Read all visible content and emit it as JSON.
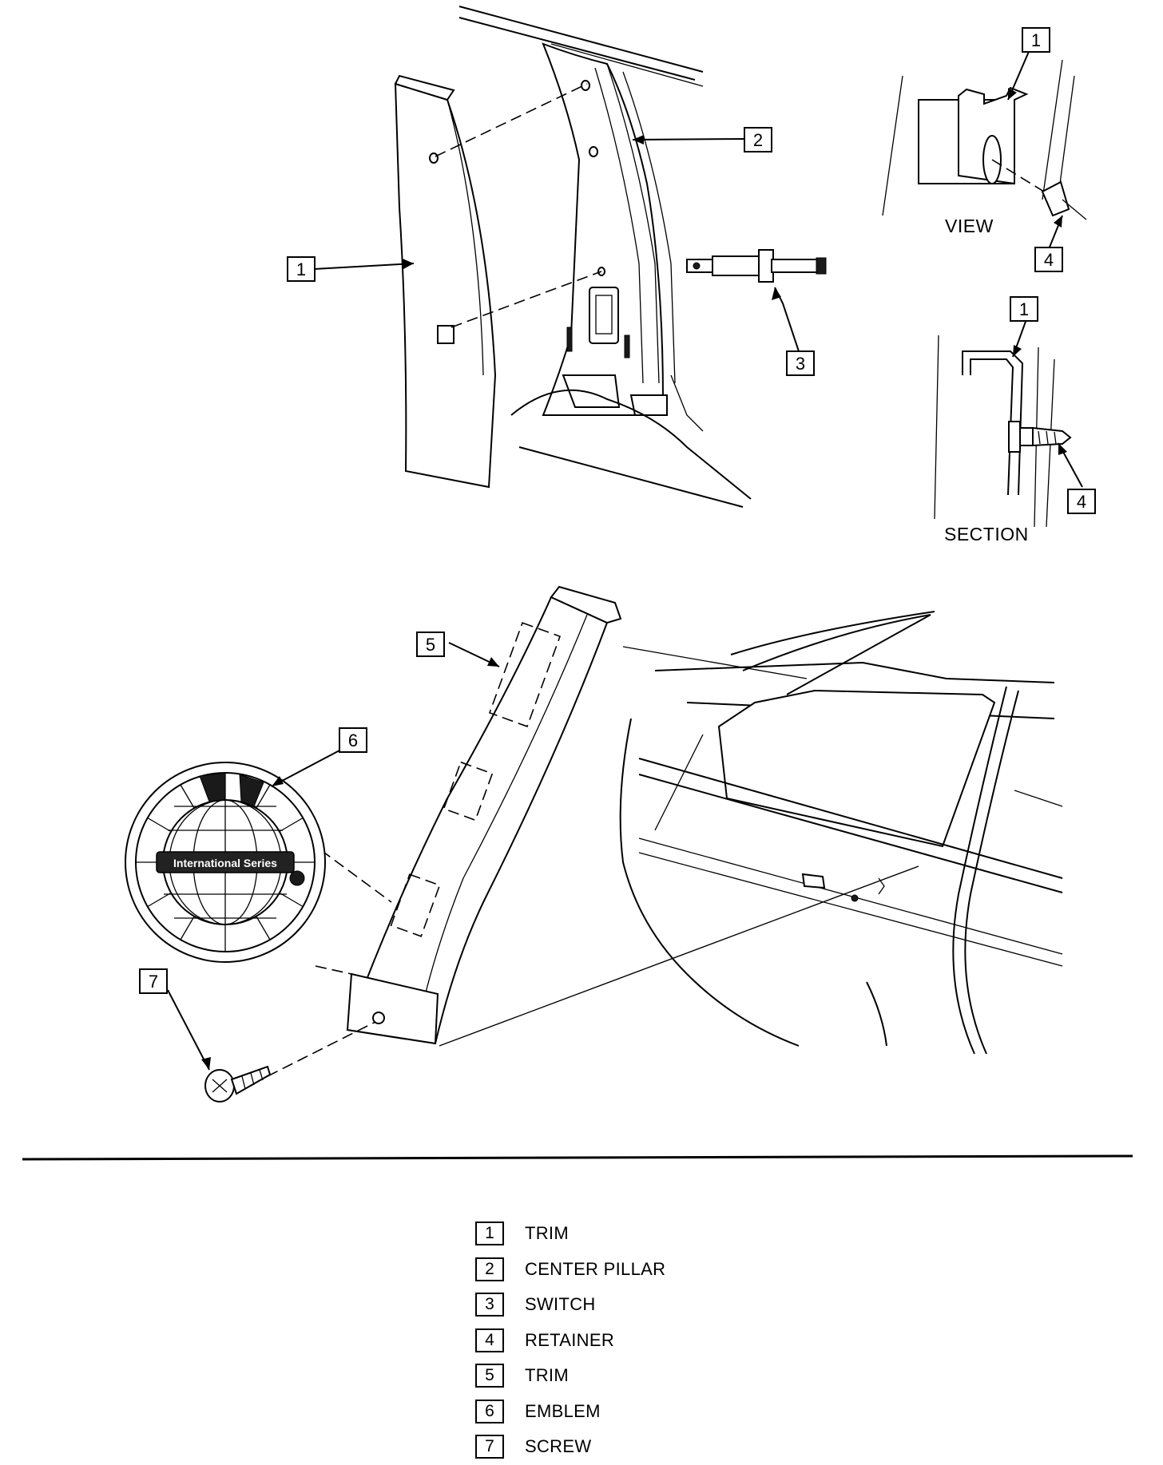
{
  "callouts": {
    "c1_main": "1",
    "c2": "2",
    "c3": "3",
    "c1_view": "1",
    "c4_view": "4",
    "c1_section": "1",
    "c4_section": "4",
    "c5": "5",
    "c6": "6",
    "c7": "7"
  },
  "captions": {
    "view": "VIEW",
    "section": "SECTION"
  },
  "emblem": {
    "text": "International Series"
  },
  "legend": [
    {
      "num": "1",
      "label": "TRIM"
    },
    {
      "num": "2",
      "label": "CENTER PILLAR"
    },
    {
      "num": "3",
      "label": "SWITCH"
    },
    {
      "num": "4",
      "label": "RETAINER"
    },
    {
      "num": "5",
      "label": "TRIM"
    },
    {
      "num": "6",
      "label": "EMBLEM"
    },
    {
      "num": "7",
      "label": "SCREW"
    }
  ]
}
